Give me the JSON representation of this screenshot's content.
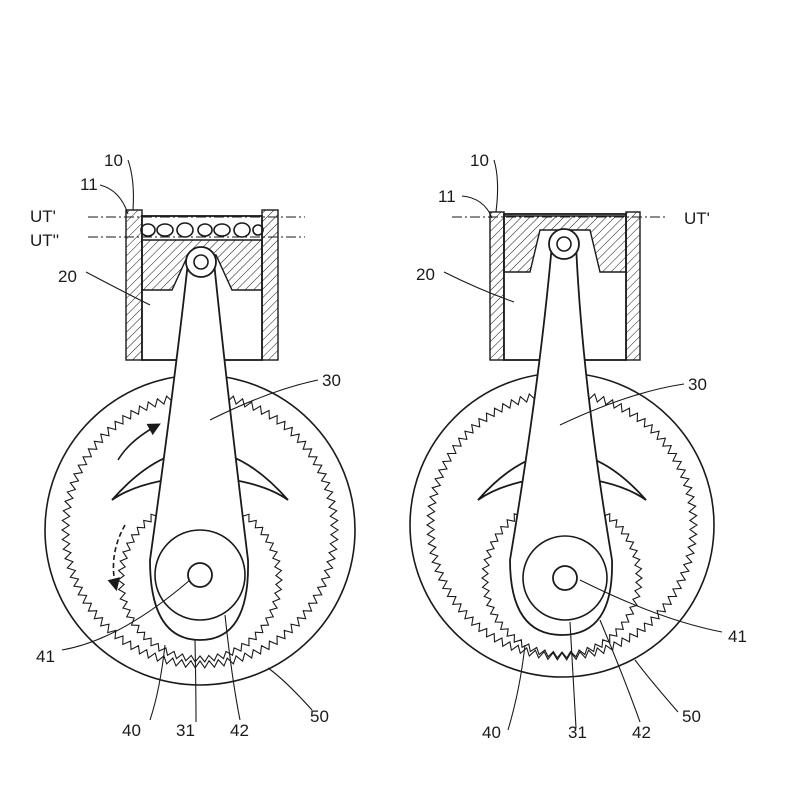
{
  "figures": [
    {
      "id": "left",
      "labels": {
        "l10": "10",
        "l11": "11",
        "ut1": "UT'",
        "ut2": "UT''",
        "l20": "20",
        "l30": "30",
        "l41": "41",
        "l40": "40",
        "l31": "31",
        "l42": "42",
        "l50": "50"
      }
    },
    {
      "id": "right",
      "labels": {
        "l10": "10",
        "l11": "11",
        "ut1": "UT'",
        "l20": "20",
        "l30": "30",
        "l41": "41",
        "l40": "40",
        "l31": "31",
        "l42": "42",
        "l50": "50"
      }
    }
  ],
  "colors": {
    "ink": "#1a1a1a",
    "paper": "#ffffff"
  }
}
